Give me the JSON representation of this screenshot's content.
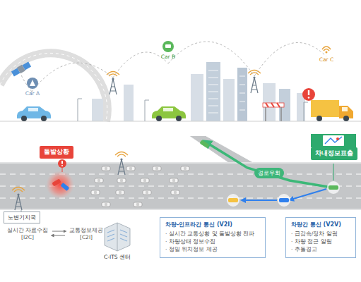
{
  "diagram": {
    "nodes": [
      {
        "text": [
          "돌발상황"
        ]
      },
      {
        "text": [
          "차내정보표출"
        ]
      },
      {
        "text": [
          "경로우회"
        ]
      },
      {
        "text": [
          "노변기지국"
        ]
      },
      {
        "text": [
          "차량-인프라간 통신 (V2I)",
          "· 실시간 교통상황 및 돌발상황 전파",
          "· 차량상태 정보수집",
          "· 정밀 위치정보 제공"
        ]
      },
      {
        "text": [
          "차량간 통신 (V2V)",
          "· 급감속/정차 알림",
          "· 차량 접근 알림",
          "· 추돌경고"
        ]
      }
    ],
    "labels": [
      "Car A",
      "Car B",
      "Car C",
      "실시간 자료수집 [I2C]",
      "교통정보제공 [C2I]",
      "C-ITS 센터"
    ]
  }
}
